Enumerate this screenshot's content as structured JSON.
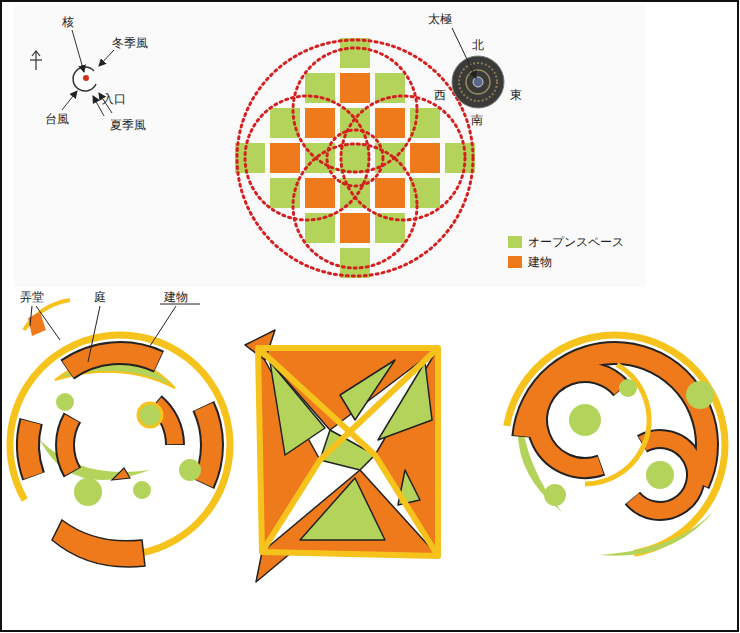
{
  "diagram": {
    "labels": [
      "核",
      "冬季風",
      "入口",
      "台風",
      "夏季風",
      "太極",
      "北",
      "西",
      "東",
      "南",
      "弄堂",
      "庭",
      "建物"
    ],
    "legend": [
      {
        "text": "オープンスペース",
        "color": "#b3d35b"
      },
      {
        "text": "建物",
        "color": "#ee7a1c"
      }
    ]
  }
}
